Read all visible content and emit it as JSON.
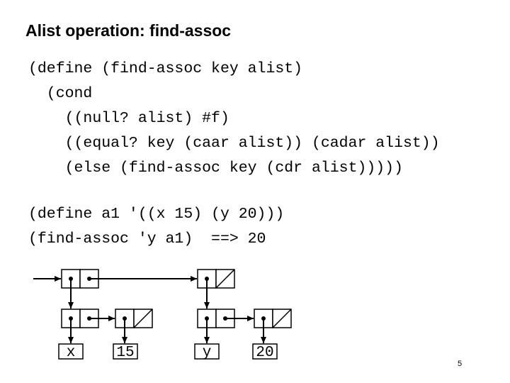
{
  "title": "Alist operation: find-assoc",
  "code_block_1": [
    "(define (find-assoc key alist)",
    "  (cond",
    "    ((null? alist) #f)",
    "    ((equal? key (caar alist)) (cadar alist))",
    "    (else (find-assoc key (cdr alist)))))"
  ],
  "code_block_2": [
    "(define a1 '((x 15) (y 20)))",
    "(find-assoc 'y a1)  ==> 20"
  ],
  "diagram": {
    "atoms": [
      "x",
      "15",
      "y",
      "20"
    ]
  },
  "page_number": "5"
}
